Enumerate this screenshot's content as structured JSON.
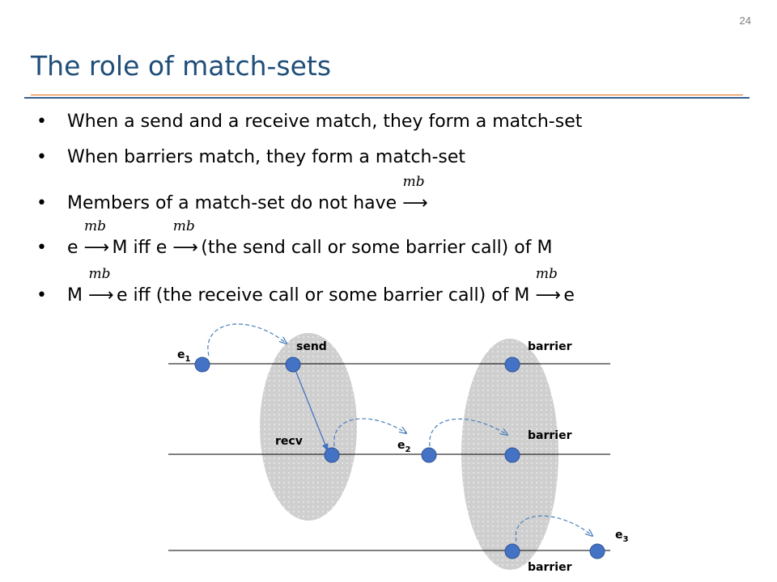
{
  "slide_number": "24",
  "title": "The role of match-sets",
  "bullet_glyph": "•",
  "arrow_glyph": "⟶",
  "mb_label": "mb",
  "bullets": [
    {
      "text": "When a send and a receive match, they form a match-set"
    },
    {
      "text": "When barriers match, they form a match-set"
    },
    {
      "pre": "Members of a match-set do not have "
    },
    {
      "p1": "e ",
      "p2": " M iff e ",
      "p3": " (the send call or some barrier call) of M"
    },
    {
      "p1": "M ",
      "p2": " e iff (the receive call or some barrier call) of M ",
      "p3": " e"
    }
  ],
  "diagram": {
    "labels": {
      "send": "send",
      "recv": "recv",
      "barrier_top": "barrier",
      "barrier_mid": "barrier",
      "barrier_bot": "barrier",
      "e1": "e",
      "e1_sub": "1",
      "e2": "e",
      "e2_sub": "2",
      "e3": "e",
      "e3_sub": "3"
    },
    "colors": {
      "node": "#4472c4",
      "node_stroke": "#2f5597",
      "match_set_fill": "#d0d0d0",
      "dashed_arrow": "#4a7ebb",
      "line": "#000000"
    }
  }
}
